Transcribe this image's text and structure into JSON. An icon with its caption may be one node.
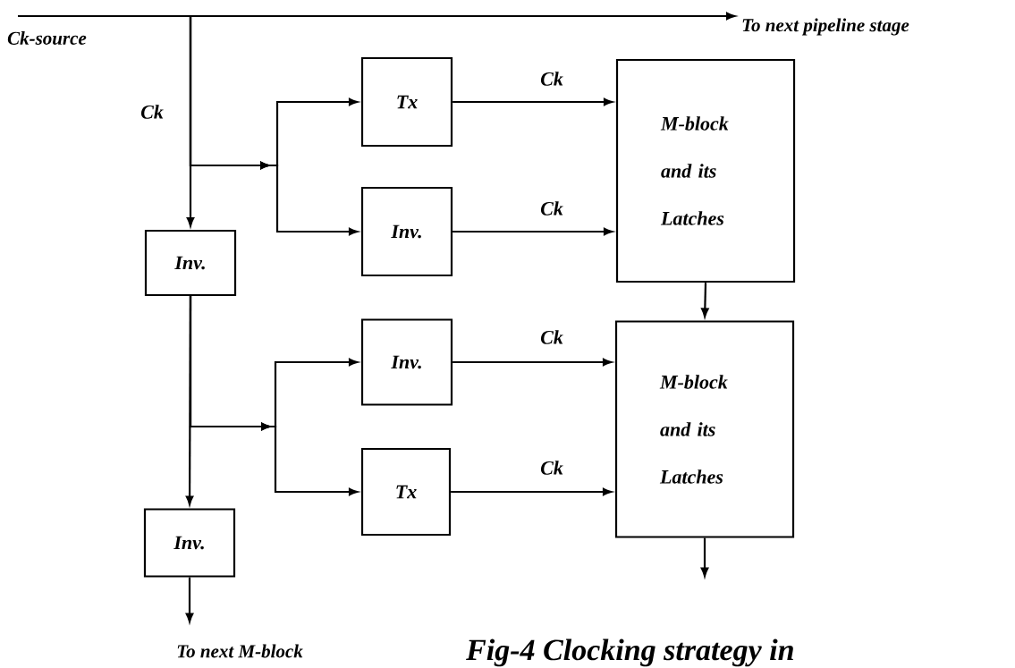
{
  "diagram": {
    "caption": "Fig-4 Clocking strategy in",
    "nodes": [
      {
        "text": [
          "Ck-source"
        ]
      },
      {
        "text": [
          "To next pipeline stage"
        ]
      },
      {
        "text": [
          "Inv."
        ]
      },
      {
        "text": [
          "Inv."
        ]
      },
      {
        "text": [
          "Tx"
        ]
      },
      {
        "text": [
          "Inv."
        ]
      },
      {
        "text": [
          "Inv."
        ]
      },
      {
        "text": [
          "Tx"
        ]
      },
      {
        "text": [
          "M-block and its Latches"
        ]
      },
      {
        "text": [
          "M-block and its Latches"
        ]
      },
      {
        "text": [
          "To next M-block"
        ]
      }
    ],
    "edges": [
      {
        "from": 0,
        "to": 1,
        "arrow": "to"
      },
      {
        "from": 0,
        "to": 2,
        "arrow": "to",
        "label": "Ck"
      },
      {
        "from": 0,
        "to": 4,
        "arrow": "to"
      },
      {
        "from": 0,
        "to": 5,
        "arrow": "to"
      },
      {
        "from": 2,
        "to": 3,
        "arrow": "to"
      },
      {
        "from": 2,
        "to": 6,
        "arrow": "to"
      },
      {
        "from": 2,
        "to": 7,
        "arrow": "to"
      },
      {
        "from": 3,
        "to": 10,
        "arrow": "to"
      },
      {
        "from": 4,
        "to": 8,
        "arrow": "to",
        "label": "Ck"
      },
      {
        "from": 5,
        "to": 8,
        "arrow": "to",
        "label": "Ck"
      },
      {
        "from": 6,
        "to": 9,
        "arrow": "to",
        "label": "Ck"
      },
      {
        "from": 7,
        "to": 9,
        "arrow": "to",
        "label": "Ck"
      },
      {
        "from": 8,
        "to": 9,
        "arrow": "to"
      },
      {
        "from": 9,
        "to": null,
        "arrow": "to"
      }
    ]
  }
}
